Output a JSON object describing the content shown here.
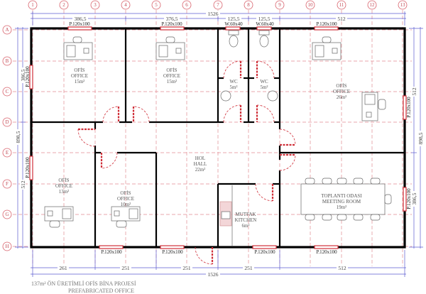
{
  "title": {
    "line1": "137m² ÖN ÜRETİMLİ OFİS BİNA PROJESİ",
    "line2": "PREFABRICATED OFFICE"
  },
  "axes": {
    "columns": [
      "1",
      "2",
      "3",
      "4",
      "5",
      "6",
      "7",
      "8",
      "9",
      "10",
      "11",
      "12",
      "13"
    ],
    "rows": [
      "A",
      "B",
      "C",
      "D",
      "E",
      "F",
      "G",
      "H"
    ]
  },
  "dimensions": {
    "top_total": "1526",
    "top_segments": [
      "386,5",
      "376,5",
      "125,5",
      "125,5",
      "512"
    ],
    "bottom_total": "1526",
    "bottom_segments": [
      "261",
      "251",
      "251",
      "251",
      "512"
    ],
    "left_total": "898,5",
    "left_segments": [
      "386,5",
      "512"
    ],
    "right_total": "898,5",
    "right_segments": [
      "512",
      "386,5"
    ]
  },
  "windows": {
    "top": [
      "P.120x100",
      "P.120x100",
      "W.60x40",
      "W.60x40",
      "P.120x100"
    ],
    "bottom": [
      "P.120x100",
      "P.120x100",
      "P.120x100",
      "P.120x100"
    ],
    "left": [
      "P.120x100",
      "P.120x100"
    ],
    "right": [
      "P.120x100",
      "P.120x100"
    ]
  },
  "rooms": [
    {
      "tr": "OFİS",
      "en": "OFFICE",
      "area": "15m²"
    },
    {
      "tr": "OFİS",
      "en": "OFFICE",
      "area": "15m²"
    },
    {
      "tr": "WC",
      "en": "",
      "area": "5m²"
    },
    {
      "tr": "WC",
      "en": "",
      "area": "5m²"
    },
    {
      "tr": "OFİS",
      "en": "OFFICE",
      "area": "26m²"
    },
    {
      "tr": "OFİS",
      "en": "OFFICE",
      "area": "13m²"
    },
    {
      "tr": "OFİS",
      "en": "OFFICE",
      "area": "10m²"
    },
    {
      "tr": "HOL",
      "en": "HALL",
      "area": "22m²"
    },
    {
      "tr": "MUTFAK",
      "en": "KITCHEN",
      "area": "6m²"
    },
    {
      "tr": "TOPLANTI ODASI",
      "en": "MEETING ROOM",
      "area": "19m²"
    }
  ]
}
